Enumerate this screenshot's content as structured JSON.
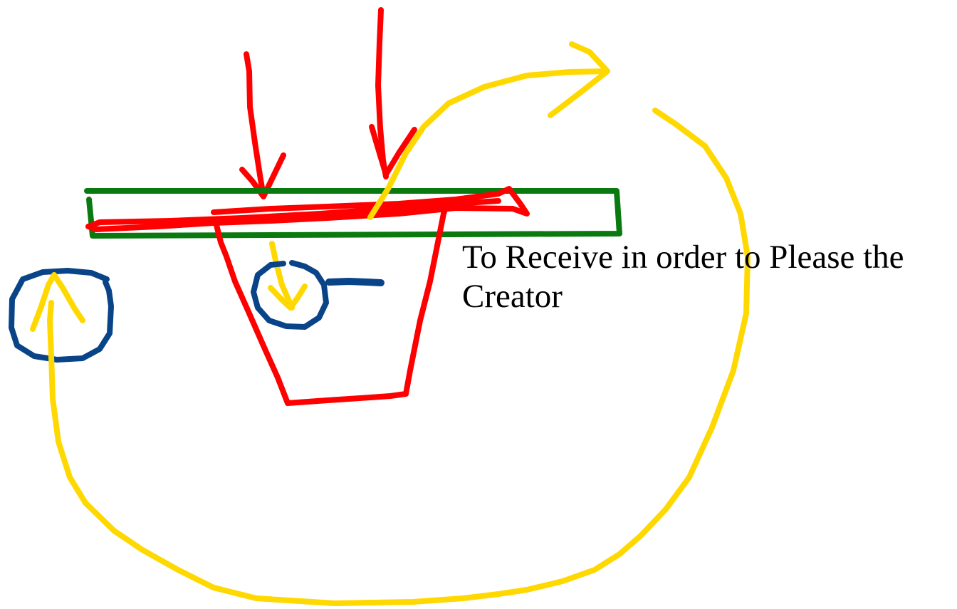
{
  "caption": {
    "text": "To Receive in order to Please the Creator"
  },
  "colors": {
    "red": "#ff0000",
    "green": "#0a7a10",
    "yellow": "#ffd800",
    "blue": "#0a4488",
    "text": "#000000"
  },
  "icons": {
    "down-arrows": "red-arrow-down",
    "cycle-arrow": "yellow-curved-arrow",
    "receive-marker": "blue-circle",
    "return-marker": "blue-circle"
  }
}
